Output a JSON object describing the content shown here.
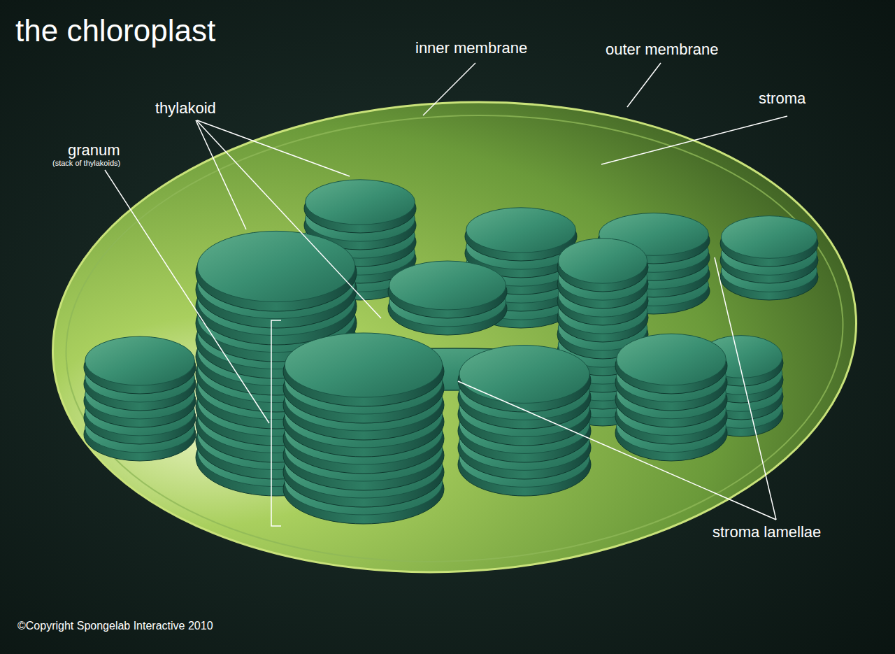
{
  "diagram": {
    "title": "the chloroplast",
    "labels": [
      "inner membrane",
      "outer membrane",
      "stroma",
      "thylakoid",
      "granum",
      "(stack of thylakoids)",
      "stroma lamellae",
      "©Copyright Spongelab Interactive 2010"
    ]
  }
}
